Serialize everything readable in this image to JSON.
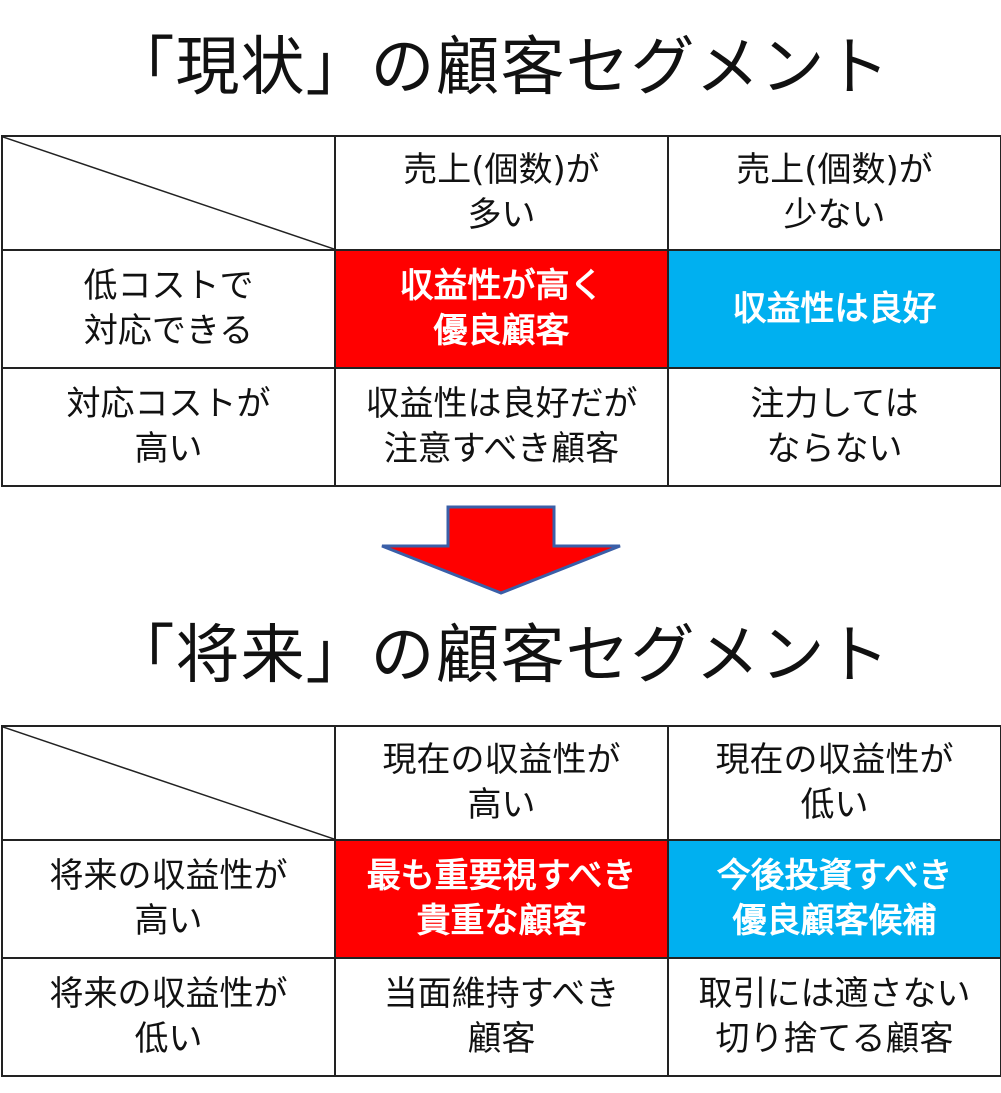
{
  "current": {
    "title": "「現状」の顧客セグメント",
    "col_headers": [
      "売上(個数)が\n多い",
      "売上(個数)が\n少ない"
    ],
    "rows": [
      {
        "label": "低コストで\n対応できる",
        "cells": [
          "収益性が高く\n優良顧客",
          "収益性は良好"
        ]
      },
      {
        "label": "対応コストが\n高い",
        "cells": [
          "収益性は良好だが\n注意すべき顧客",
          "注力しては\nならない"
        ]
      }
    ]
  },
  "future": {
    "title": "「将来」の顧客セグメント",
    "col_headers": [
      "現在の収益性が\n高い",
      "現在の収益性が\n低い"
    ],
    "rows": [
      {
        "label": "将来の収益性が\n高い",
        "cells": [
          "最も重要視すべき\n貴重な顧客",
          "今後投資すべき\n優良顧客候補"
        ]
      },
      {
        "label": "将来の収益性が\n低い",
        "cells": [
          "当面維持すべき\n顧客",
          "取引には適さない\n切り捨てる顧客"
        ]
      }
    ]
  },
  "colors": {
    "highlight_red": "#ff0000",
    "highlight_blue": "#00b0f0",
    "arrow_fill": "#ff0000",
    "arrow_stroke": "#3a5fa8"
  }
}
